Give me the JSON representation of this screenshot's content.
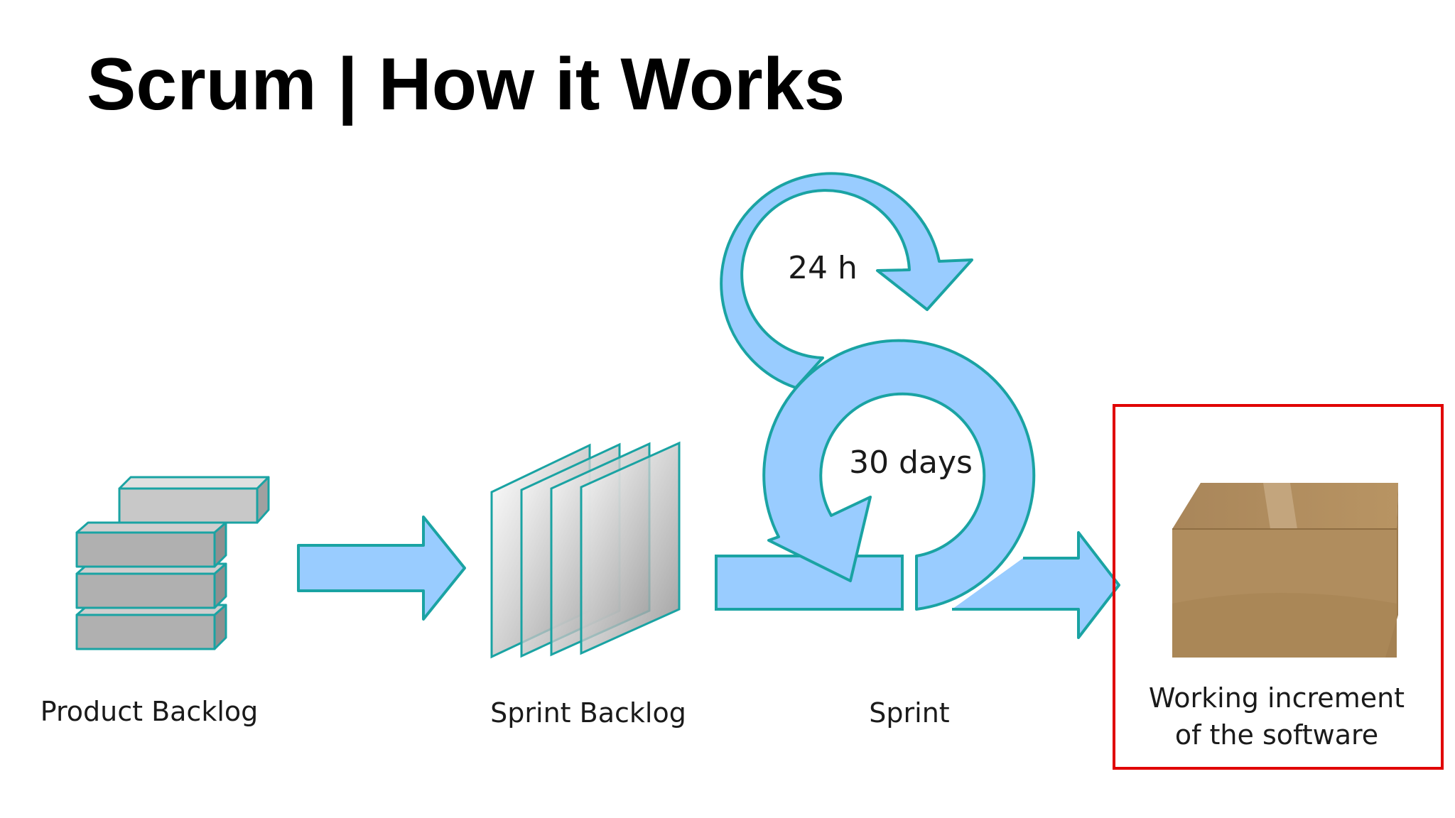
{
  "title": "Scrum | How it Works",
  "labels": {
    "product_backlog": "Product Backlog",
    "sprint_backlog": "Sprint Backlog",
    "sprint": "Sprint",
    "increment_line1": "Working increment",
    "increment_line2": "of the software",
    "daily_cycle": "24 h",
    "sprint_cycle": "30 days"
  },
  "colors": {
    "arrow_fill": "#99ccff",
    "arrow_stroke": "#1aa3a3",
    "block_fill": "#b3b3b3",
    "box_fill": "#b38c5c",
    "highlight": "#e00000"
  }
}
